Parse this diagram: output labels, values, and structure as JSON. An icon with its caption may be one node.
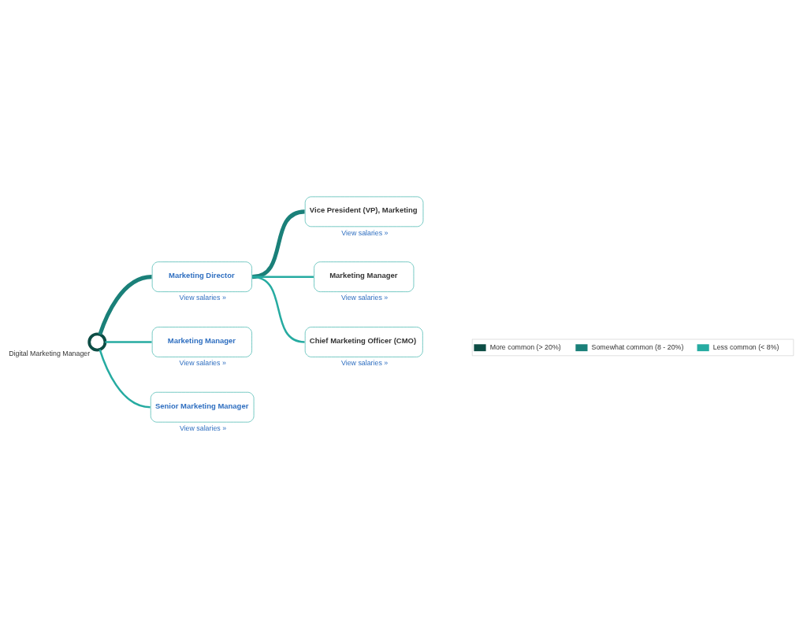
{
  "diagram": {
    "nodes": [
      {
        "text": [],
        "shape": "circle",
        "beside": [
          "Digital Marketing Manager"
        ]
      },
      {
        "text": [
          "Marketing Director"
        ],
        "beside": [
          "View salaries »"
        ]
      },
      {
        "text": [
          "Marketing Manager"
        ],
        "beside": [
          "View salaries »"
        ]
      },
      {
        "text": [
          "Senior Marketing Manager"
        ],
        "beside": [
          "View salaries »"
        ]
      },
      {
        "text": [
          "Vice President (VP), Marketing"
        ],
        "beside": [
          "View salaries »"
        ]
      },
      {
        "text": [
          "Marketing Manager"
        ],
        "beside": [
          "View salaries »"
        ]
      },
      {
        "text": [
          "Chief Marketing Officer (CMO)"
        ],
        "beside": [
          "View salaries »"
        ]
      }
    ],
    "edges": [
      {
        "from": 0,
        "to": 1,
        "arrow": "none",
        "style": "thick",
        "color": "#1a8079"
      },
      {
        "from": 0,
        "to": 2,
        "arrow": "none"
      },
      {
        "from": 0,
        "to": 3,
        "arrow": "none"
      },
      {
        "from": 1,
        "to": 4,
        "arrow": "none",
        "style": "thick",
        "color": "#1a8079"
      },
      {
        "from": 1,
        "to": 5,
        "arrow": "none"
      },
      {
        "from": 1,
        "to": 6,
        "arrow": "none"
      }
    ],
    "legend": [
      {
        "text": "More common (> 20%)",
        "color": "#0d4d45"
      },
      {
        "text": "Somewhat common (8 - 20%)",
        "color": "#1a8079"
      },
      {
        "text": "Less common (< 8%)",
        "color": "#26aba1"
      }
    ]
  }
}
